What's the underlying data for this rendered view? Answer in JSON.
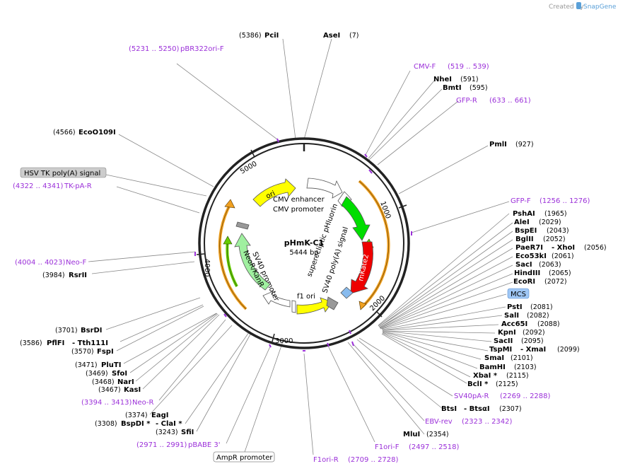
{
  "credit": {
    "prefix": "Created by",
    "brand": "SnapGene"
  },
  "plasmid": {
    "name": "pHmK-C1",
    "size": "5444 bp",
    "length": 5444
  },
  "ticks": [
    {
      "label": "1000",
      "pos": 1000
    },
    {
      "label": "2000",
      "pos": 2000
    },
    {
      "label": "3000",
      "pos": 3000
    },
    {
      "label": "4000",
      "pos": 4000
    },
    {
      "label": "5000",
      "pos": 5000
    }
  ],
  "features": {
    "ori": "ori",
    "cmv_enhancer": "CMV enhancer",
    "cmv_promoter": "CMV promoter",
    "superecliptic": "superecliptic pHluorin",
    "mkate2": "mKate2",
    "sv40_polya": "SV40 poly(A) signal",
    "f1_ori": "f1 ori",
    "sv40_promoter": "SV40 promoter",
    "neor": "NeoR/KanR"
  },
  "labels": {
    "pcii": {
      "name": "PciI",
      "pos": "(5386)"
    },
    "asei": {
      "name": "AseI",
      "pos": "(7)"
    },
    "pbr322": {
      "name": "pBR322ori-F",
      "pos": "(5231 .. 5250)"
    },
    "cmvf": {
      "name": "CMV-F",
      "pos": "(519 .. 539)"
    },
    "nhei": {
      "name": "NheI",
      "pos": "(591)"
    },
    "bmti": {
      "name": "BmtI",
      "pos": "(595)"
    },
    "gfpr": {
      "name": "GFP-R",
      "pos": "(633 .. 661)"
    },
    "eco109": {
      "name": "EcoO109I",
      "pos": "(4566)"
    },
    "pmli": {
      "name": "PmlI",
      "pos": "(927)"
    },
    "hsvtk": {
      "name": "HSV TK poly(A) signal"
    },
    "tkpar": {
      "name": "TK-pA-R",
      "pos": "(4322 .. 4341)"
    },
    "gfpf": {
      "name": "GFP-F",
      "pos": "(1256 .. 1276)"
    },
    "pshai": {
      "name": "PshAI",
      "pos": "(1965)"
    },
    "alei": {
      "name": "AleI",
      "pos": "(2029)"
    },
    "bspei": {
      "name": "BspEI",
      "pos": "(2043)"
    },
    "bglii": {
      "name": "BglII",
      "pos": "(2052)"
    },
    "paer7i": {
      "name": "PaeR7I",
      "sep": "- XhoI",
      "pos": "(2056)"
    },
    "eco53ki": {
      "name": "Eco53kI",
      "pos": "(2061)"
    },
    "saci": {
      "name": "SacI",
      "pos": "(2063)"
    },
    "hindiii": {
      "name": "HindIII",
      "pos": "(2065)"
    },
    "ecori": {
      "name": "EcoRI",
      "pos": "(2072)"
    },
    "neof": {
      "name": "Neo-F",
      "pos": "(4004 .. 4023)"
    },
    "rsrii": {
      "name": "RsrII",
      "pos": "(3984)"
    },
    "mcs": {
      "name": "MCS"
    },
    "psti": {
      "name": "PstI",
      "pos": "(2081)"
    },
    "sali": {
      "name": "SalI",
      "pos": "(2082)"
    },
    "acc65i": {
      "name": "Acc65I",
      "pos": "(2088)"
    },
    "kpni": {
      "name": "KpnI",
      "pos": "(2092)"
    },
    "bsrdi": {
      "name": "BsrDI",
      "pos": "(3701)"
    },
    "sacii": {
      "name": "SacII",
      "pos": "(2095)"
    },
    "pflfi": {
      "name": "PflFI",
      "sep": "- Tth111I",
      "pos": "(3586)"
    },
    "tspmi": {
      "name": "TspMI",
      "sep": "- XmaI",
      "pos": "(2099)"
    },
    "fspi": {
      "name": "FspI",
      "pos": "(3570)"
    },
    "smai": {
      "name": "SmaI",
      "pos": "(2101)"
    },
    "pluti": {
      "name": "PluTI",
      "pos": "(3471)"
    },
    "bamhi": {
      "name": "BamHI",
      "pos": "(2103)"
    },
    "sfoi": {
      "name": "SfoI",
      "pos": "(3469)"
    },
    "xbai": {
      "name": "XbaI *",
      "pos": "(2115)"
    },
    "nari": {
      "name": "NarI",
      "pos": "(3468)"
    },
    "bcli": {
      "name": "BclI *",
      "pos": "(2125)"
    },
    "kasi": {
      "name": "KasI",
      "pos": "(3467)"
    },
    "sv40par": {
      "name": "SV40pA-R",
      "pos": "(2269 .. 2288)"
    },
    "neor_primer": {
      "name": "Neo-R",
      "pos": "(3394 .. 3413)"
    },
    "btsi": {
      "name": "BtsI",
      "sep": "- BtsαI",
      "pos": "(2307)"
    },
    "eagi": {
      "name": "EagI",
      "pos": "(3374)"
    },
    "ebvrev": {
      "name": "EBV-rev",
      "pos": "(2323 .. 2342)"
    },
    "bspdi": {
      "name": "BspDI *",
      "sep": "- ClaI *",
      "pos": "(3308)"
    },
    "sfii": {
      "name": "SfiI",
      "pos": "(3243)"
    },
    "mlui": {
      "name": "MluI",
      "pos": "(2354)"
    },
    "pbabe": {
      "name": "pBABE 3'",
      "pos": "(2971 .. 2991)"
    },
    "f1orif": {
      "name": "F1ori-F",
      "pos": "(2497 .. 2518)"
    },
    "ampr": {
      "name": "AmpR promoter"
    },
    "f1orir": {
      "name": "F1ori-R",
      "pos": "(2709 .. 2728)"
    }
  },
  "colors": {
    "primer": "#9b30d9",
    "ori": "#ffff00",
    "mkate2": "#ee0000",
    "pHluorin": "#00dd00",
    "orf_arc": "#f0a020",
    "neor": "#a0f0a0",
    "badge": "#cccccc",
    "mcs": "#9fc7f5"
  }
}
